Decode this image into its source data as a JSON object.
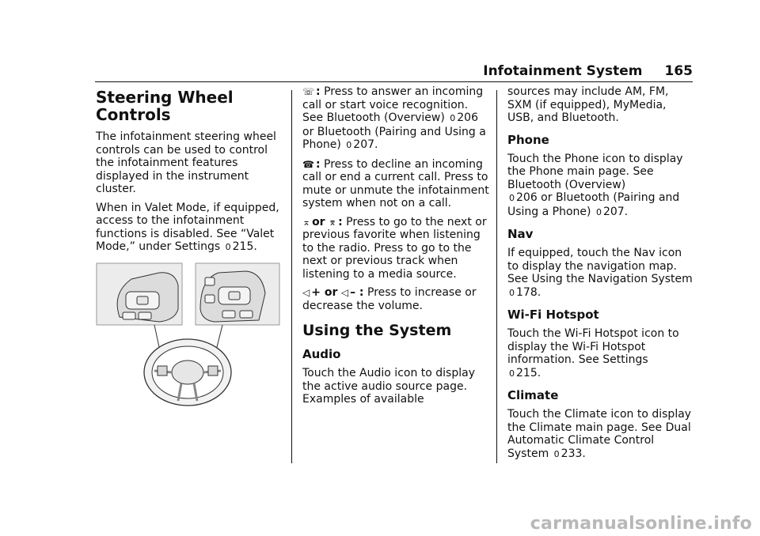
{
  "header": {
    "title": "Infotainment System",
    "page_number": "165"
  },
  "col1": {
    "heading": "Steering Wheel Controls",
    "para1": "The infotainment steering wheel controls can be used to control the infotainment features displayed in the instrument cluster.",
    "para2_text": "When in Valet Mode, if equipped, access to the infotainment functions is disabled. See “Valet Mode,” under Settings",
    "para2_ref": "215."
  },
  "col2": {
    "answer_sep": ":",
    "answer_text": "Press to answer an incoming call or start voice recognition. See Bluetooth (Overview)",
    "answer_ref1": "206 or",
    "answer_text2": "Bluetooth (Pairing and Using a Phone)",
    "answer_ref2": "207.",
    "decline_sep": ":",
    "decline_text": "Press to decline an incoming call or end a current call. Press to mute or unmute the infotainment system when not on a call.",
    "fav_or": "or",
    "fav_sep": ":",
    "fav_text": "Press to go to the next or previous favorite when listening to the radio. Press to go to the next or previous track when listening to a media source.",
    "vol_plus": "+ or",
    "vol_minus": "– :",
    "vol_text": "Press to increase or decrease the volume.",
    "using_heading": "Using the System",
    "audio_heading": "Audio",
    "audio_text": "Touch the Audio icon to display the active audio source page. Examples of available"
  },
  "col3": {
    "audio_cont": "sources may include AM, FM, SXM (if equipped), MyMedia, USB, and Bluetooth.",
    "phone_heading": "Phone",
    "phone_text": "Touch the Phone icon to display the Phone main page. See Bluetooth (Overview)",
    "phone_ref1": "206 or",
    "phone_text2": "Bluetooth (Pairing and Using a Phone)",
    "phone_ref2": "207.",
    "nav_heading": "Nav",
    "nav_text": "If equipped, touch the Nav icon to display the navigation map. See Using the Navigation System",
    "nav_ref": "178.",
    "wifi_heading": "Wi-Fi Hotspot",
    "wifi_text": "Touch the Wi-Fi Hotspot icon to display the Wi-Fi Hotspot information. See Settings",
    "wifi_ref": "215.",
    "climate_heading": "Climate",
    "climate_text": "Touch the Climate icon to display the Climate main page. See Dual Automatic Climate Control System",
    "climate_ref": "233."
  },
  "footer": {
    "watermark": "carmanualsonline.info"
  },
  "icons": {
    "ref_arrow": "0",
    "answer": "☏",
    "decline": "☎",
    "next": "⌅",
    "prev": "⌆",
    "volume": "◁"
  }
}
